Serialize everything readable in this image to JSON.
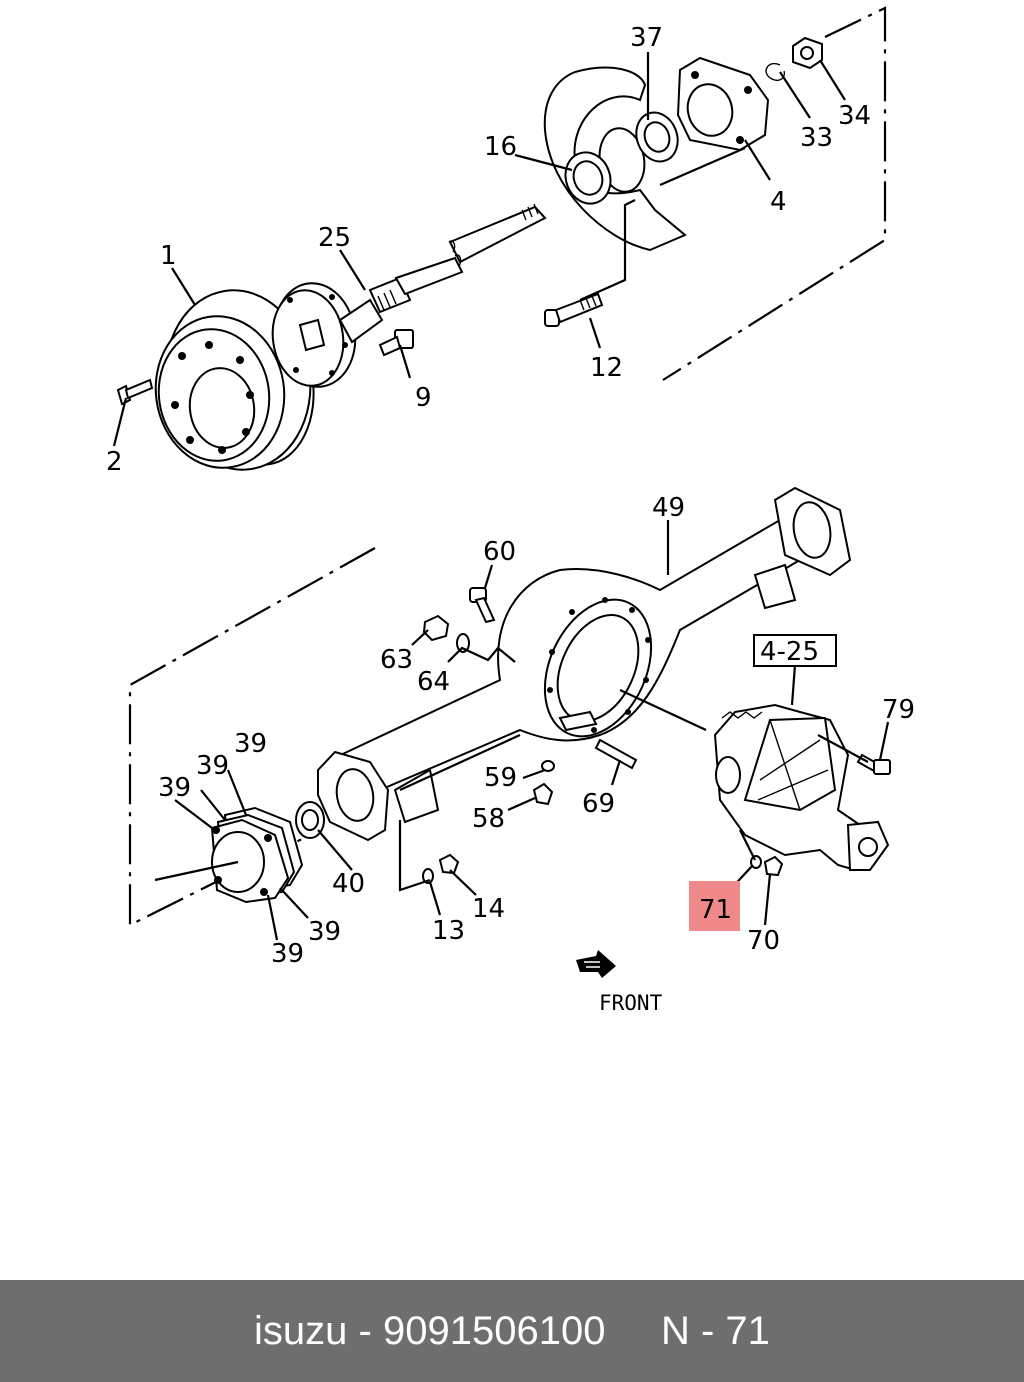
{
  "diagram": {
    "callouts": {
      "p37": "37",
      "p16": "16",
      "p34": "34",
      "p33": "33",
      "p4": "4",
      "p25": "25",
      "p1": "1",
      "p9": "9",
      "p12": "12",
      "p2": "2",
      "p49": "49",
      "p60": "60",
      "p63": "63",
      "p64": "64",
      "p4_25": "4-25",
      "p79": "79",
      "p59": "59",
      "p69": "69",
      "p58": "58",
      "p39a": "39",
      "p39b": "39",
      "p39c": "39",
      "p39d": "39",
      "p39e": "39",
      "p40": "40",
      "p14": "14",
      "p13": "13",
      "p71": "71",
      "p70": "70"
    },
    "direction_label": "FRONT",
    "highlight_color": "#f08a8a"
  },
  "footer": {
    "text": "isuzu - 9091506100     N - 71"
  }
}
